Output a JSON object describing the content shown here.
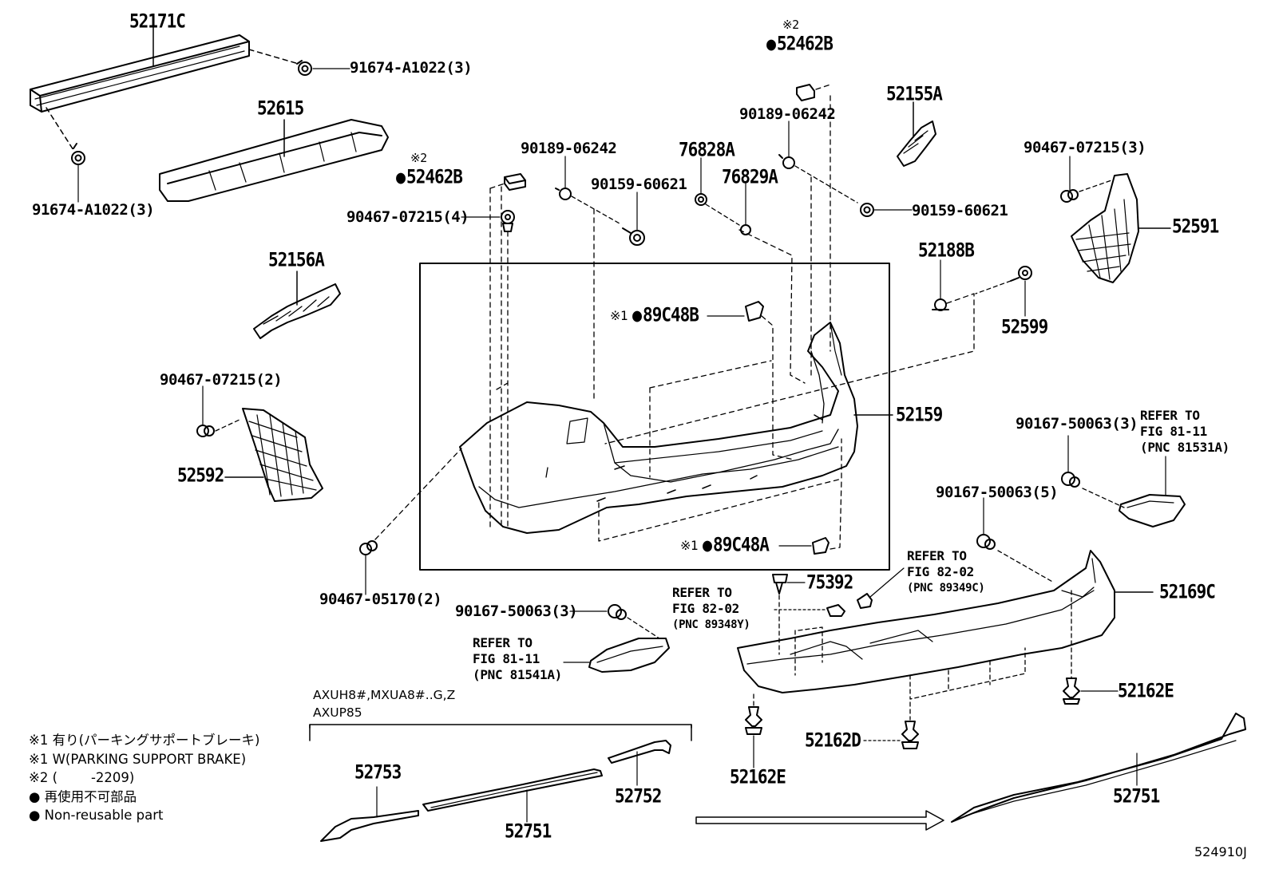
{
  "diagram_id": "524910J",
  "labels": {
    "p52171C": "52171C",
    "p91674_top": "91674-A1022(3)",
    "p91674_left": "91674-A1022(3)",
    "p52615": "52615",
    "p52156A": "52156A",
    "p90467_2": "90467-07215(2)",
    "p52592": "52592",
    "p90467_05170": "90467-05170(2)",
    "star2_a": "※2",
    "p52462B_a": "52462B",
    "p90467_4": "90467-07215(4)",
    "p90189_a": "90189-06242",
    "p90159_a": "90159-60621",
    "p76828A": "76828A",
    "p76829A": "76829A",
    "star2_b": "※2",
    "p52462B_b": "52462B",
    "p90189_b": "90189-06242",
    "p90159_b": "90159-60621",
    "p52155A": "52155A",
    "p90467_3": "90467-07215(3)",
    "p52591": "52591",
    "p52188B": "52188B",
    "p52599": "52599",
    "star1_a": "※1",
    "p89C48B": "89C48B",
    "p52159": "52159",
    "star1_b": "※1",
    "p89C48A": "89C48A",
    "p90167_3_right": "90167-50063(3)",
    "ref_81531A": [
      "REFER TO",
      "FIG 81-11",
      "(PNC 81531A)"
    ],
    "p90167_5": "90167-50063(5)",
    "ref_89349C": [
      "REFER TO",
      "FIG 82-02",
      "(PNC 89349C)"
    ],
    "p75392": "75392",
    "ref_89348Y": [
      "REFER TO",
      "FIG 82-02",
      "(PNC 89348Y)"
    ],
    "p52169C": "52169C",
    "p90167_3_left": "90167-50063(3)",
    "ref_81541A": [
      "REFER TO",
      "FIG 81-11",
      "(PNC 81541A)"
    ],
    "p52162E_right": "52162E",
    "p52162D": "52162D",
    "p52162E_bottom": "52162E",
    "model_line1": "AXUH8#,MXUA8#..G,Z",
    "model_line2": "AXUP85",
    "p52753": "52753",
    "p52751_left": "52751",
    "p52752": "52752",
    "p52751_right": "52751"
  },
  "legend": [
    "※1 有り(パーキングサポートブレーキ)",
    "※1 W(PARKING SUPPORT BRAKE)",
    "※2 (        -2209)",
    "● 再使用不可部品",
    "● Non-reusable part"
  ]
}
